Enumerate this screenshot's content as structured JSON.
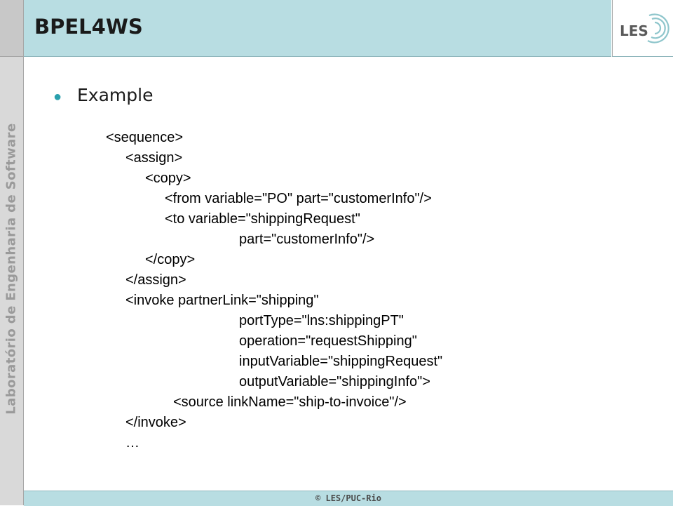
{
  "sidebar": {
    "vertical_label": "Laboratório de Engenharia de Software"
  },
  "header": {
    "title": "BPEL4WS",
    "logo_text": "LES"
  },
  "main": {
    "bullet_heading": "Example",
    "code_lines": [
      "<sequence>",
      "<assign>",
      "<copy>",
      "<from variable=\"PO\" part=\"customerInfo\"/>",
      "<to variable=\"shippingRequest\"",
      "part=\"customerInfo\"/>",
      "</copy>",
      "</assign>",
      "<invoke partnerLink=\"shipping\"",
      "portType=\"lns:shippingPT\"",
      "operation=\"requestShipping\"",
      "inputVariable=\"shippingRequest\"",
      "outputVariable=\"shippingInfo\">",
      "<source linkName=\"ship-to-invoice\"/>",
      "</invoke>",
      "…"
    ]
  },
  "footer": {
    "copyright": "© LES/PUC-Rio"
  },
  "colors": {
    "title_bar": "#b8dde2",
    "bullet": "#2aa0ad",
    "sidebar": "#d9d9d9"
  }
}
